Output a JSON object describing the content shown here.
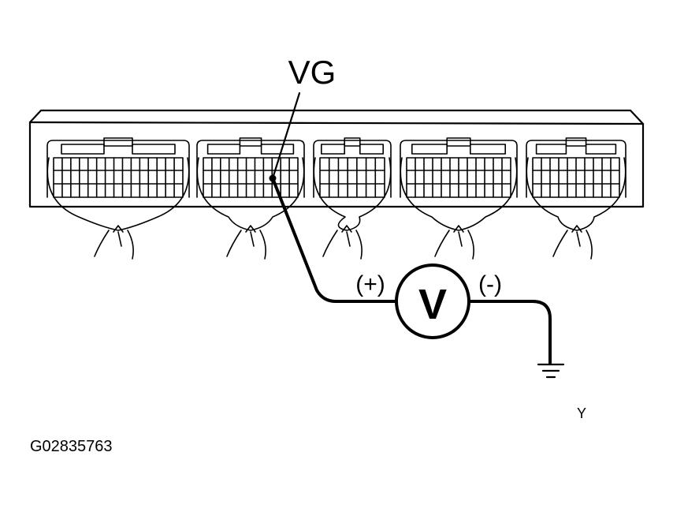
{
  "labels": {
    "terminal": "VG",
    "positive": "(+)",
    "negative": "(-)",
    "voltmeter": "V",
    "corner_mark": "Y",
    "figure_id": "G02835763"
  },
  "icons": {
    "meter": "voltmeter-icon",
    "ground": "ground-symbol-icon",
    "ecu": "ecu-connector-icon"
  },
  "colors": {
    "line": "#000000",
    "background": "#ffffff"
  }
}
